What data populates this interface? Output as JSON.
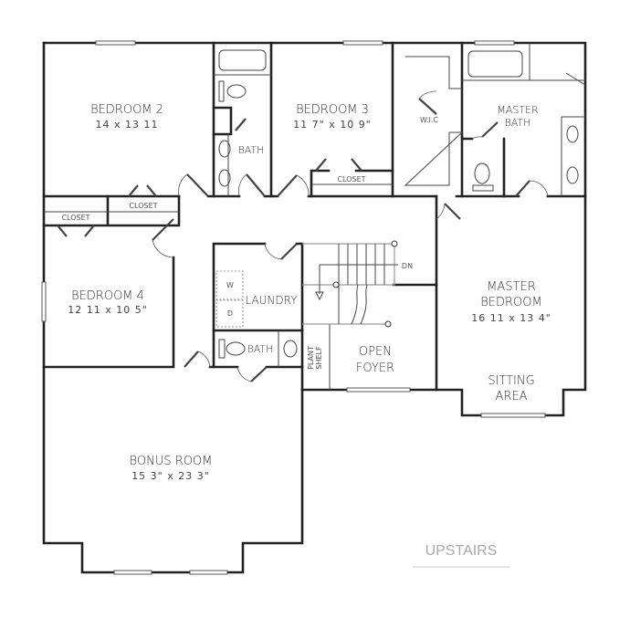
{
  "plan": {
    "title": "UPSTAIRS",
    "rooms": {
      "bedroom2": {
        "name": "BEDROOM 2",
        "size": "14 x 13 11"
      },
      "bedroom3": {
        "name": "BEDROOM 3",
        "size": "11 7\" x 10 9\""
      },
      "bedroom4": {
        "name": "BEDROOM 4",
        "size": "12 11 x 10 5\""
      },
      "master_bedroom": {
        "name1": "MASTER",
        "name2": "BEDROOM",
        "size": "16 11 x 13 4\""
      },
      "master_bath": {
        "name1": "MASTER",
        "name2": "BATH"
      },
      "sitting_area": {
        "name1": "SITTING",
        "name2": "AREA"
      },
      "bonus_room": {
        "name": "BONUS ROOM",
        "size": "15 3\" x 23 3\""
      },
      "open_foyer": {
        "name1": "OPEN",
        "name2": "FOYER"
      },
      "laundry": {
        "name": "LAUNDRY",
        "washer": "W",
        "dryer": "D"
      },
      "bath_upper": "BATH",
      "bath_lower": "BATH",
      "wic": "W.I.C",
      "closet_br3": "CLOSET",
      "closet_hall": "CLOSET",
      "closet_br4": "CLOSET",
      "plant_shelf1": "PLANT",
      "plant_shelf2": "SHELF",
      "stairs_label": "DN"
    }
  }
}
